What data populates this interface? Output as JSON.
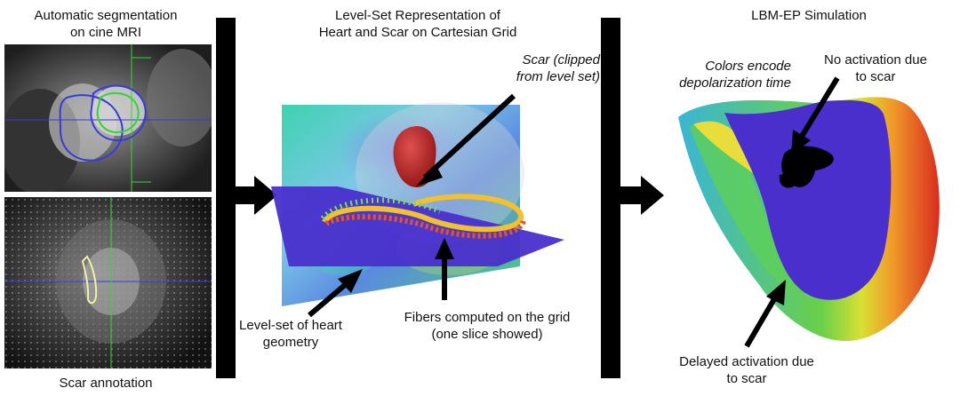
{
  "panels": {
    "left": {
      "top_caption_line1": "Automatic segmentation",
      "top_caption_line2": "on cine MRI",
      "bottom_caption": "Scar annotation"
    },
    "middle": {
      "title_line1": "Level-Set Representation of",
      "title_line2": "Heart and Scar on Cartesian Grid",
      "scar_label_line1": "Scar (clipped",
      "scar_label_line2": "from level set)",
      "levelset_label_line1": "Level-set of heart",
      "levelset_label_line2": "geometry",
      "fibers_label_line1": "Fibers computed on the grid",
      "fibers_label_line2": "(one slice showed)"
    },
    "right": {
      "title": "LBM-EP Simulation",
      "colors_label_line1": "Colors encode",
      "colors_label_line2": "depolarization time",
      "no_activation_line1": "No activation due",
      "no_activation_line2": "to scar",
      "delayed_line1": "Delayed activation due",
      "delayed_line2": "to scar"
    }
  },
  "colors": {
    "contour_blue": "#3a3adc",
    "contour_green": "#36d436",
    "scar_contour": "#f2f2a0",
    "heart_purple": "#4a2fcc",
    "scar_red": "#c62828",
    "arrow": "#000000"
  }
}
